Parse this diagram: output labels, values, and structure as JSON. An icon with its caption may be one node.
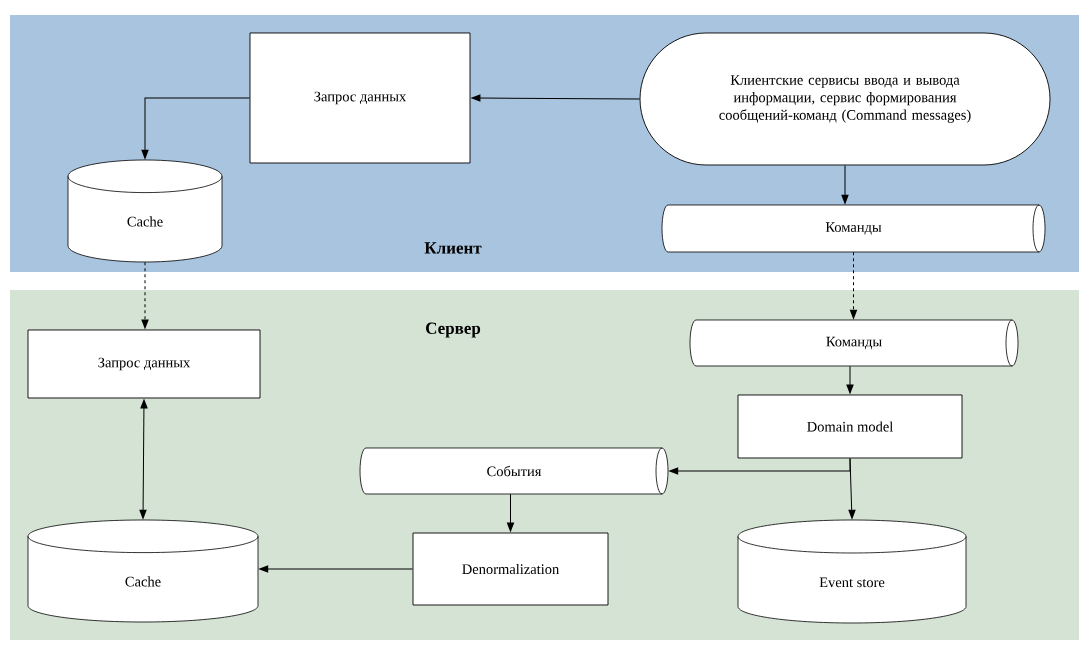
{
  "diagram": {
    "nodes": [
      {
        "text": [
          "Клиент"
        ]
      },
      {
        "text": [
          "Запрос данных"
        ],
        "in": 0
      },
      {
        "text": [
          "Клиентские сервисы ввода и вывода информации, сервис формирования сообщений-команд (Command messages)"
        ],
        "in": 0
      },
      {
        "text": [
          "Cache"
        ],
        "in": 0
      },
      {
        "text": [
          "Команды"
        ],
        "in": 0
      },
      {
        "text": [
          "Сервер"
        ]
      },
      {
        "text": [
          "Запрос данных"
        ],
        "in": 5
      },
      {
        "text": [
          "Команды"
        ],
        "in": 5
      },
      {
        "text": [
          "Domain model"
        ],
        "in": 5
      },
      {
        "text": [
          "События"
        ],
        "in": 5
      },
      {
        "text": [
          "Cache"
        ],
        "in": 5
      },
      {
        "text": [
          "Denormalization"
        ],
        "in": 5
      },
      {
        "text": [
          "Event store"
        ],
        "in": 5
      }
    ],
    "edges": [
      {
        "from": 2,
        "to": 1,
        "arrow": "to"
      },
      {
        "from": 1,
        "to": 3,
        "arrow": "to"
      },
      {
        "from": 3,
        "to": 6,
        "arrow": "to",
        "style": "dashed"
      },
      {
        "from": 2,
        "to": 4,
        "arrow": "to"
      },
      {
        "from": 4,
        "to": 7,
        "arrow": "to",
        "style": "dashed"
      },
      {
        "from": 7,
        "to": 8,
        "arrow": "to"
      },
      {
        "from": 8,
        "to": 9,
        "arrow": "to"
      },
      {
        "from": 8,
        "to": 12,
        "arrow": "to"
      },
      {
        "from": 9,
        "to": 11,
        "arrow": "to"
      },
      {
        "from": 11,
        "to": 10,
        "arrow": "to"
      },
      {
        "from": 6,
        "to": 10,
        "arrow": "both"
      }
    ]
  }
}
